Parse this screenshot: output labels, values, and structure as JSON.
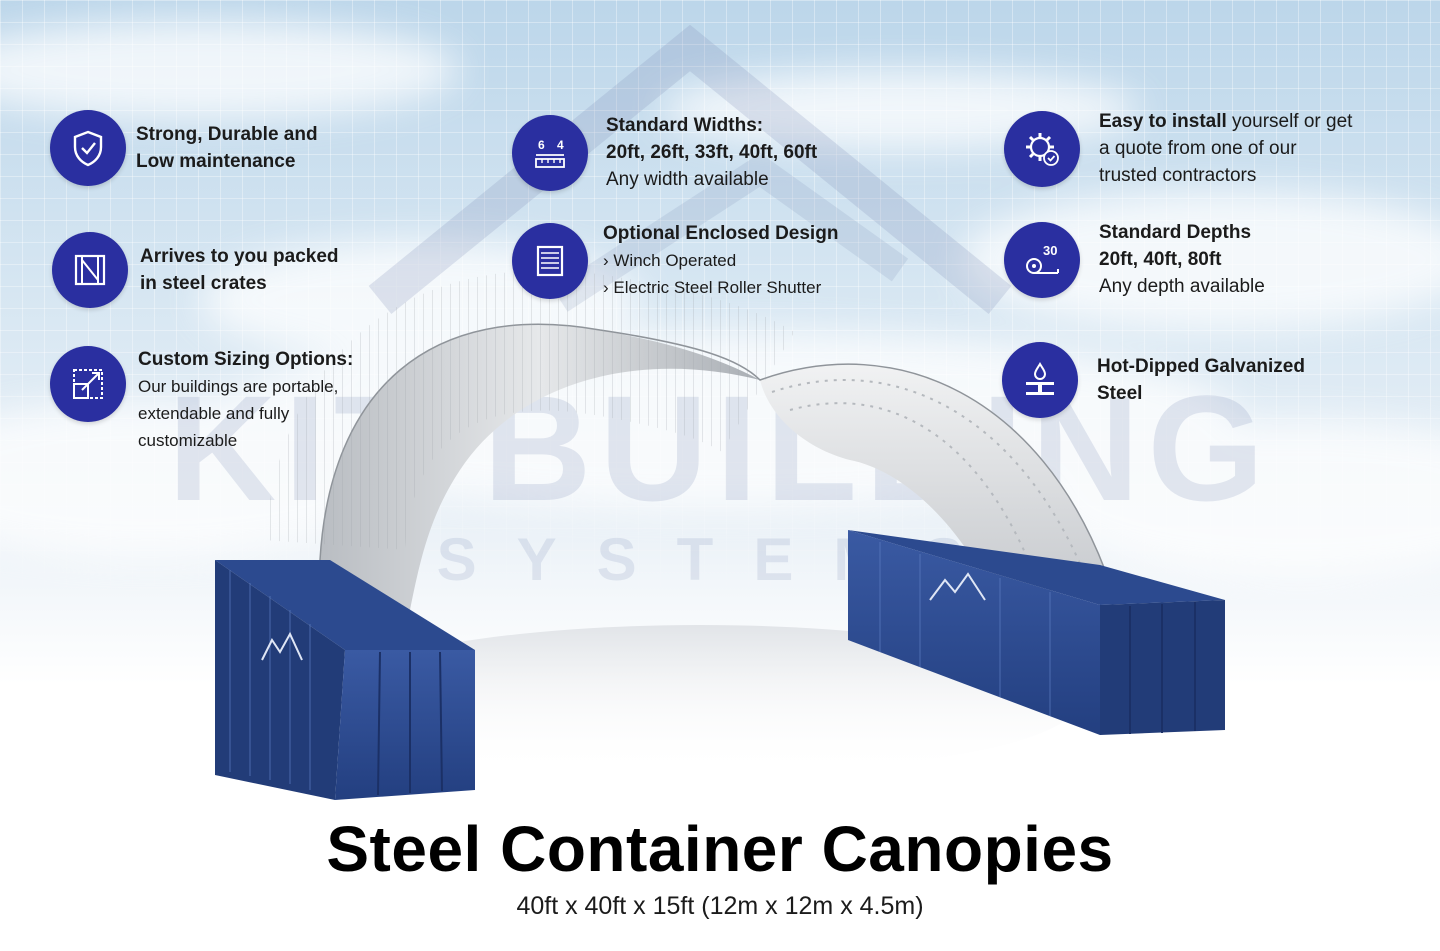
{
  "brand": {
    "name": "KIT BUILDING",
    "sub": "SYSTEMS"
  },
  "colors": {
    "accent": "#2a2fa0",
    "container": "#2f4c8e",
    "canopy": "#c9ccd0"
  },
  "features": [
    {
      "id": "durable",
      "icon": "shield-check-icon",
      "bold": [
        "Strong, Durable and",
        "Low maintenance"
      ],
      "normal": []
    },
    {
      "id": "crates",
      "icon": "crate-icon",
      "bold": [
        "Arrives to you packed",
        "in steel crates"
      ],
      "normal": []
    },
    {
      "id": "sizing",
      "icon": "resize-icon",
      "bold": [
        "Custom Sizing Options:"
      ],
      "normal": [
        "Our buildings are portable,",
        "extendable and fully",
        "customizable"
      ]
    },
    {
      "id": "widths",
      "icon": "ruler-width-icon",
      "icon_nums": [
        "6",
        "4"
      ],
      "bold": [
        "Standard Widths:",
        "20ft, 26ft, 33ft, 40ft, 60ft"
      ],
      "normal": [
        "Any width available"
      ]
    },
    {
      "id": "enclosed",
      "icon": "roller-shutter-icon",
      "bold": [
        "Optional Enclosed Design"
      ],
      "normal": [
        "› Winch Operated",
        "› Electric Steel Roller Shutter"
      ]
    },
    {
      "id": "install",
      "icon": "gear-wrench-icon",
      "bold_inline": "Easy to install",
      "rest_inline": " yourself or get",
      "normal": [
        "a quote from one of our",
        "trusted  contractors"
      ]
    },
    {
      "id": "depths",
      "icon": "tape-measure-icon",
      "icon_num": "30",
      "bold": [
        "Standard Depths",
        "20ft, 40ft, 80ft"
      ],
      "normal": [
        "Any depth available"
      ]
    },
    {
      "id": "galvanized",
      "icon": "galvanized-beam-icon",
      "bold": [
        "Hot-Dipped Galvanized",
        "Steel"
      ],
      "normal": []
    }
  ],
  "title": "Steel Container Canopies",
  "subtitle": "40ft x 40ft x 15ft (12m x 12m x 4.5m)"
}
